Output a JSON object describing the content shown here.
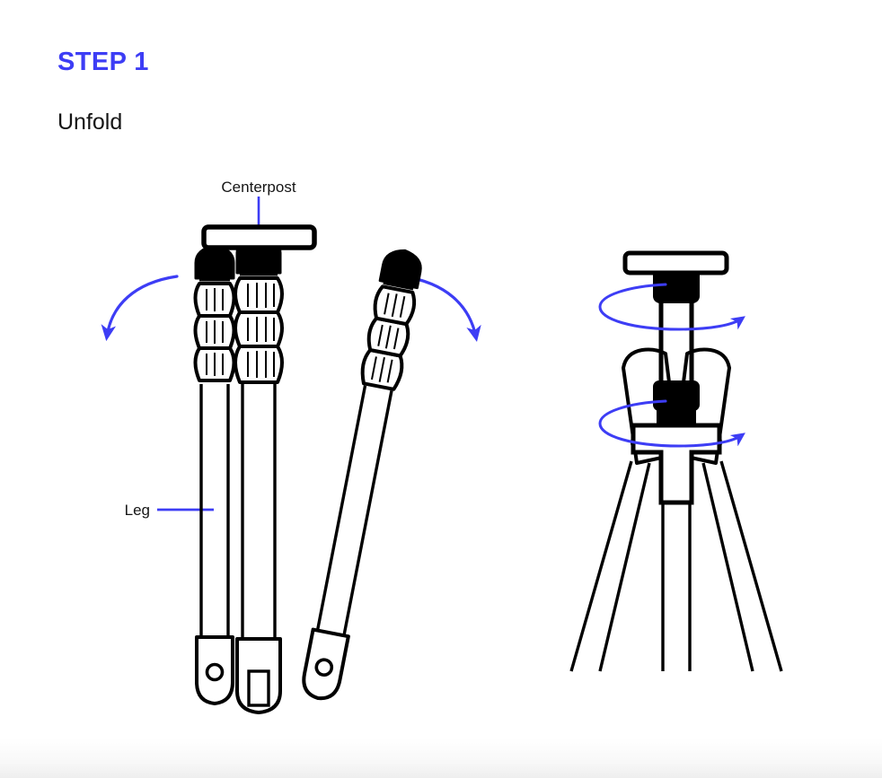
{
  "page": {
    "background_color": "#ffffff"
  },
  "heading": {
    "step_label": "STEP 1",
    "step_label_color": "#3d3df5",
    "title": "Unfold",
    "title_color": "#151515"
  },
  "illustration": {
    "accent_color": "#3d3df5",
    "line_color": "#000000",
    "fill_color": "#ffffff",
    "left_diagram": {
      "name": "folded-tripod-front-view",
      "labels": [
        {
          "id": "centerpost",
          "text": "Centerpost"
        },
        {
          "id": "leg",
          "text": "Leg"
        }
      ],
      "arrows": [
        {
          "id": "unfold-left-arrow",
          "direction": "down-left"
        },
        {
          "id": "unfold-right-arrow",
          "direction": "down-right"
        }
      ],
      "leg_count": 3,
      "grip_segments_per_leg": 3
    },
    "right_diagram": {
      "name": "unfolded-tripod-front-view",
      "arrows": [
        {
          "id": "rotate-upper-collar-arrow",
          "direction": "clockwise"
        },
        {
          "id": "rotate-lower-collar-arrow",
          "direction": "clockwise"
        }
      ],
      "leg_count": 3,
      "collar_count": 2
    }
  }
}
